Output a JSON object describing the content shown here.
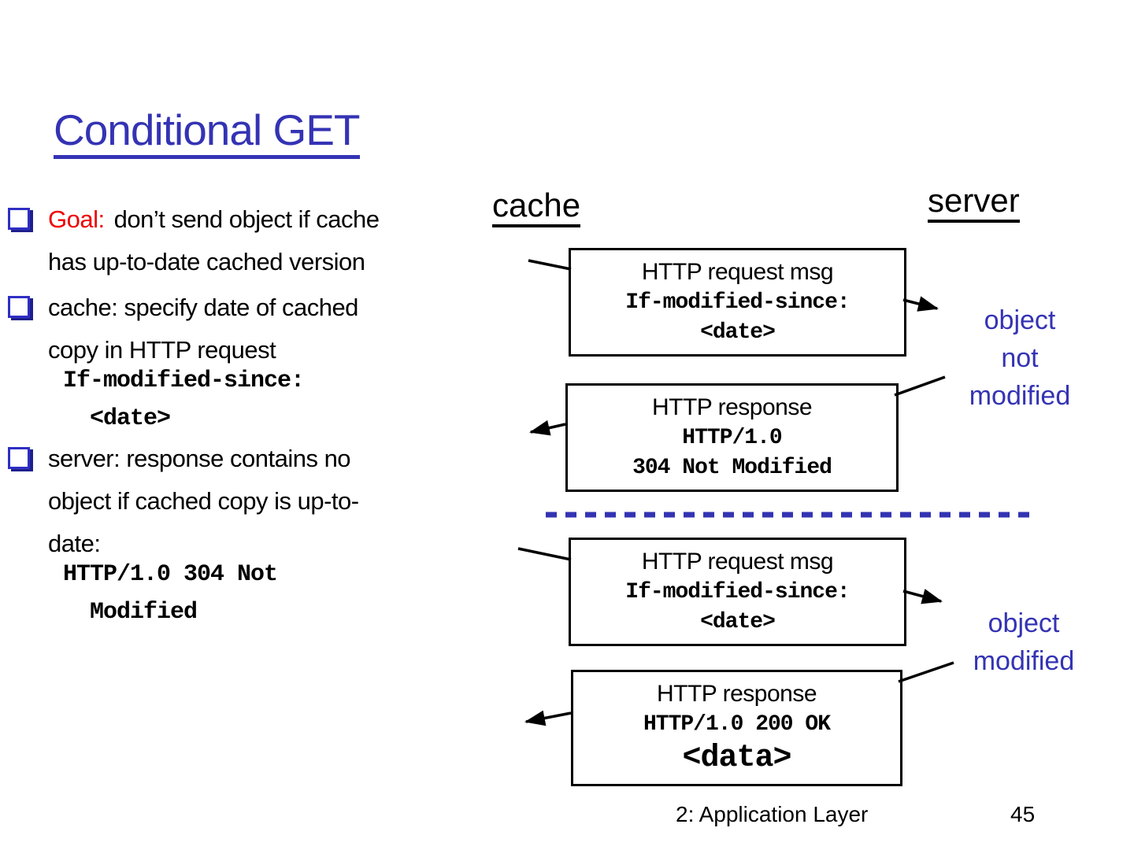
{
  "title": "Conditional GET",
  "colors": {
    "title_blue": "#3433B4",
    "goal_red": "#EE0000",
    "bullet_icon_blue": "#2E2EC4",
    "bullet_icon_shadow": "#1F1F8C",
    "note_blue": "#3433B4",
    "divider_blue": "#3333B2",
    "text_black": "#000000",
    "background": "#FFFFFF"
  },
  "bullets": [
    {
      "lead": "Goal:",
      "text": "don’t send object if cache\nhas up-to-date cached version"
    },
    {
      "text": "cache: specify date of cached\ncopy in HTTP request",
      "code": "If-modified-since:\n  <date>"
    },
    {
      "text": "server: response contains no\nobject if cached copy is up-to-\ndate:",
      "code": "HTTP/1.0 304 Not\n  Modified"
    }
  ],
  "diagram": {
    "cache_label": "cache",
    "server_label": "server",
    "boxes": [
      {
        "line1": "HTTP request msg",
        "line2": "If-modified-since:",
        "line3": "<date>"
      },
      {
        "line1": "HTTP response",
        "line2": "HTTP/1.0",
        "line3": "304 Not Modified"
      },
      {
        "line1": "HTTP request msg",
        "line2": "If-modified-since:",
        "line3": "<date>"
      },
      {
        "line1": "HTTP response",
        "line2": "HTTP/1.0 200 OK",
        "line3": "<data>"
      }
    ],
    "labels": {
      "not_modified": "object\nnot\nmodified",
      "modified": "object\nmodified"
    }
  },
  "footer": {
    "left": "2: Application Layer",
    "page": "45"
  }
}
